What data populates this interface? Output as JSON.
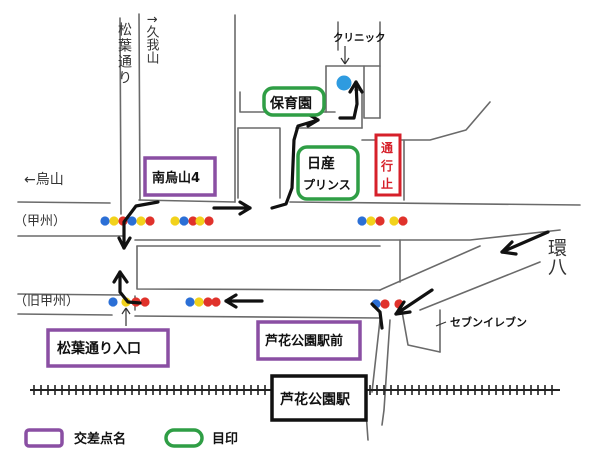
{
  "roads": {
    "shoyo_dori": "松葉通り",
    "north_label": "↑久我山",
    "west_label": "←烏山",
    "koshu": "（甲州）",
    "old_koshu": "（旧甲州）",
    "kanpachi": "環八"
  },
  "intersections": {
    "minami_karasuyama": "南烏山4",
    "shoyo_iriguchi": "松葉通り入口",
    "roka_ekimae": "芦花公園駅前"
  },
  "landmarks": {
    "clinic": "クリニック",
    "hoikuen": "保育園",
    "nissan_line1": "日産",
    "nissan_line2": "プリンス",
    "seven_eleven": "セブンイレブン",
    "station": "芦花公園駅"
  },
  "no_entry": {
    "line1": "通",
    "line2": "行",
    "line3": "止"
  },
  "legend": {
    "intersection_label": "交差点名",
    "landmark_label": "目印",
    "intersection_color": "#8a4fa3",
    "landmark_color": "#2f9e45"
  },
  "signal_colors": {
    "blue": "#2b6fd6",
    "yellow": "#f2d21b",
    "red": "#e0322b"
  }
}
